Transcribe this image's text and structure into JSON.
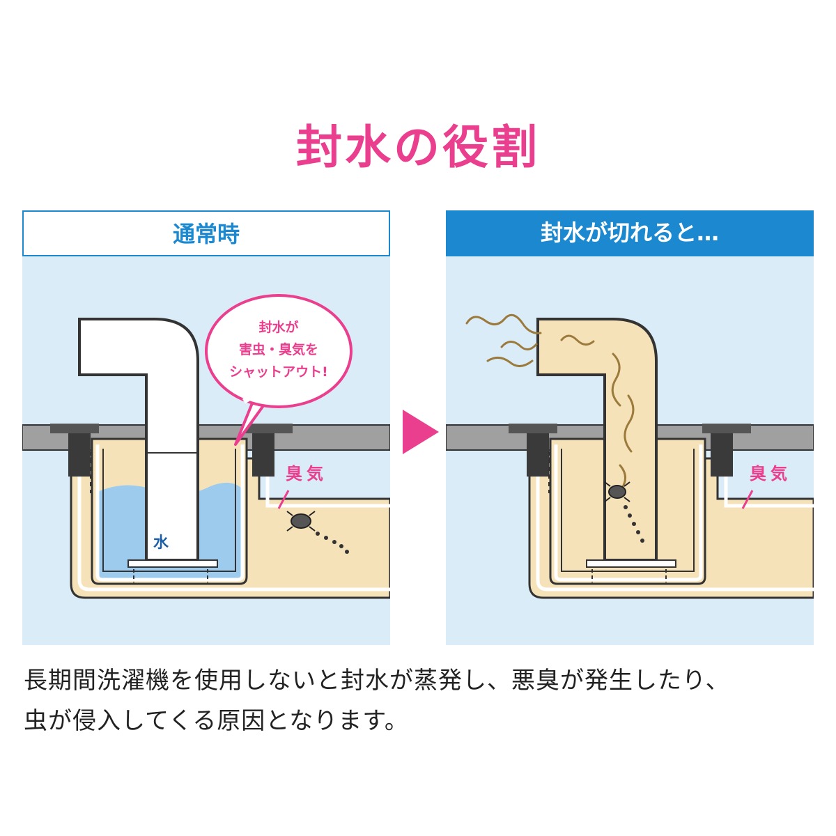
{
  "title": "封水の役割",
  "panels": {
    "normal": {
      "header": "通常時",
      "bubble_lines": [
        "封水が",
        "害虫・臭気を",
        "シャットアウト!"
      ],
      "water_label": "水",
      "odor_label": "臭気"
    },
    "broken": {
      "header": "封水が切れると…",
      "odor_label": "臭気"
    }
  },
  "caption": {
    "line1": "長期間洗濯機を使用しないと封水が蒸発し、悪臭が発生したり、",
    "line2": "虫が侵入してくる原因となります。"
  },
  "colors": {
    "title_pink": "#ea3f8e",
    "header_blue": "#1c88cf",
    "background_blue": "#d9ecf8",
    "pipe_beige": "#f5e2b8",
    "water_blue": "#9ccbee",
    "floor_gray": "#a0a0a0"
  },
  "icons": [
    "arrow-right-icon",
    "bug-icon",
    "odor-wisp-icon"
  ]
}
